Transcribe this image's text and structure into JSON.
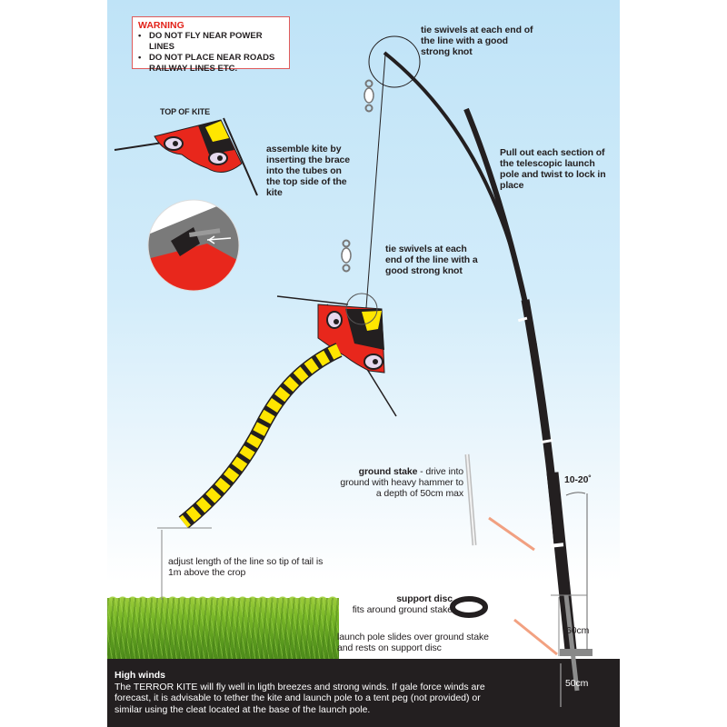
{
  "warning": {
    "title": "WARNING",
    "items": [
      "DO NOT FLY NEAR POWER LINES",
      "DO NOT PLACE NEAR ROADS RAILWAY LINES ETC."
    ]
  },
  "labels": {
    "top_of_kite": "TOP OF KITE",
    "swivel_top": "tie swivels at each end of the line with a good strong knot",
    "assemble": "assemble kite by inserting the brace into the tubes on the top side of the kite",
    "pull_out": "Pull out each section of the telescopic launch pole and twist to lock in place",
    "swivel_mid": "tie swivels at each end of the line with a good strong knot",
    "ground_stake_title": "ground stake",
    "ground_stake_text": " - drive into ground with heavy hammer to a depth of 50cm max",
    "angle": "10-20˚",
    "adjust": "adjust length of the line so tip of tail is 1m above the crop",
    "support_disc_title": "support disc",
    "support_disc_text": "fits around ground stake",
    "launch_pole": "launch pole slides over ground stake and rests on support disc",
    "dim_60": "60cm",
    "dim_50": "50cm"
  },
  "high_winds": {
    "title": "High winds",
    "text": "The TERROR KITE will fly well in ligth breezes and strong winds.  If gale force winds are forecast, it is advisable to tether the kite and launch pole to a tent peg (not provided) or similar using the cleat located at the base of the launch pole."
  },
  "colors": {
    "sky_top": "#bfe3f7",
    "kite_red": "#e8271c",
    "kite_yellow": "#ffe600",
    "pole_black": "#231f20",
    "warning_red": "#e2231a",
    "grass_green": "#7ab828"
  }
}
